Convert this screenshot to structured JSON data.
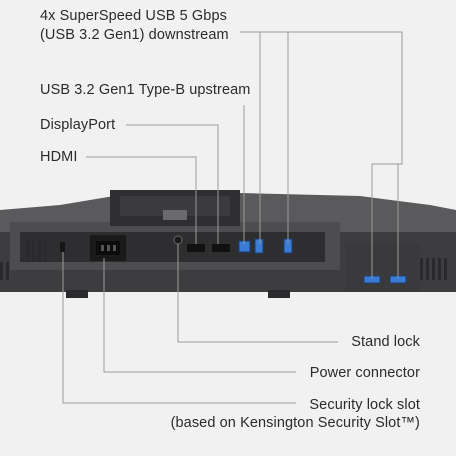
{
  "labels": {
    "usb_downstream_line1": "4x SuperSpeed USB 5 Gbps",
    "usb_downstream_line2": "(USB 3.2 Gen1) downstream",
    "usb_upstream": "USB 3.2 Gen1 Type-B upstream",
    "displayport": "DisplayPort",
    "hdmi": "HDMI",
    "stand_lock": "Stand lock",
    "power_connector": "Power connector",
    "security_slot_line1": "Security lock slot",
    "security_slot_line2": "(based on Kensington Security Slot™)"
  },
  "colors": {
    "background": "#f1f1f1",
    "monitor_body": "#4a4a4c",
    "monitor_dark": "#2e2e30",
    "leader_line": "#9a9a9a",
    "usb_blue": "#3a7bd5",
    "text": "#2b2b2b"
  }
}
